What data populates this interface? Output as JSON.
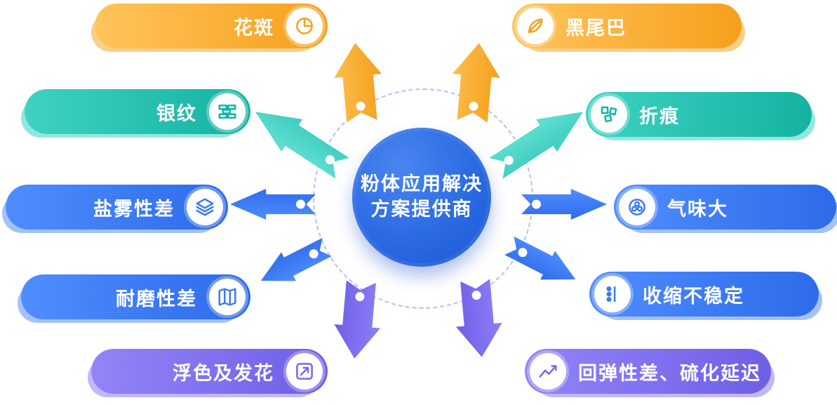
{
  "center": {
    "title_line1": "粉体应用解决",
    "title_line2": "方案提供商"
  },
  "nodes": [
    {
      "label": "花斑",
      "icon": "pie-chart-icon"
    },
    {
      "label": "黑尾巴",
      "icon": "leaf-icon"
    },
    {
      "label": "银纹",
      "icon": "brick-wall-icon"
    },
    {
      "label": "折痕",
      "icon": "puzzle-pieces-icon"
    },
    {
      "label": "盐雾性差",
      "icon": "layers-icon"
    },
    {
      "label": "气味大",
      "icon": "bubbles-icon"
    },
    {
      "label": "耐磨性差",
      "icon": "folded-map-icon"
    },
    {
      "label": "收缩不稳定",
      "icon": "branch-dots-icon"
    },
    {
      "label": "浮色及发花",
      "icon": "trend-arrow-box-icon"
    },
    {
      "label": "回弹性差、硫化延迟",
      "icon": "line-chart-icon"
    }
  ],
  "colors": {
    "orange": "#F6A01B",
    "teal": "#14B2A2",
    "blue": "#2D6BEA",
    "purple": "#6E5FE6",
    "hub_blue": "#2A6AE2",
    "dashed_ring": "#A9C6F2"
  }
}
